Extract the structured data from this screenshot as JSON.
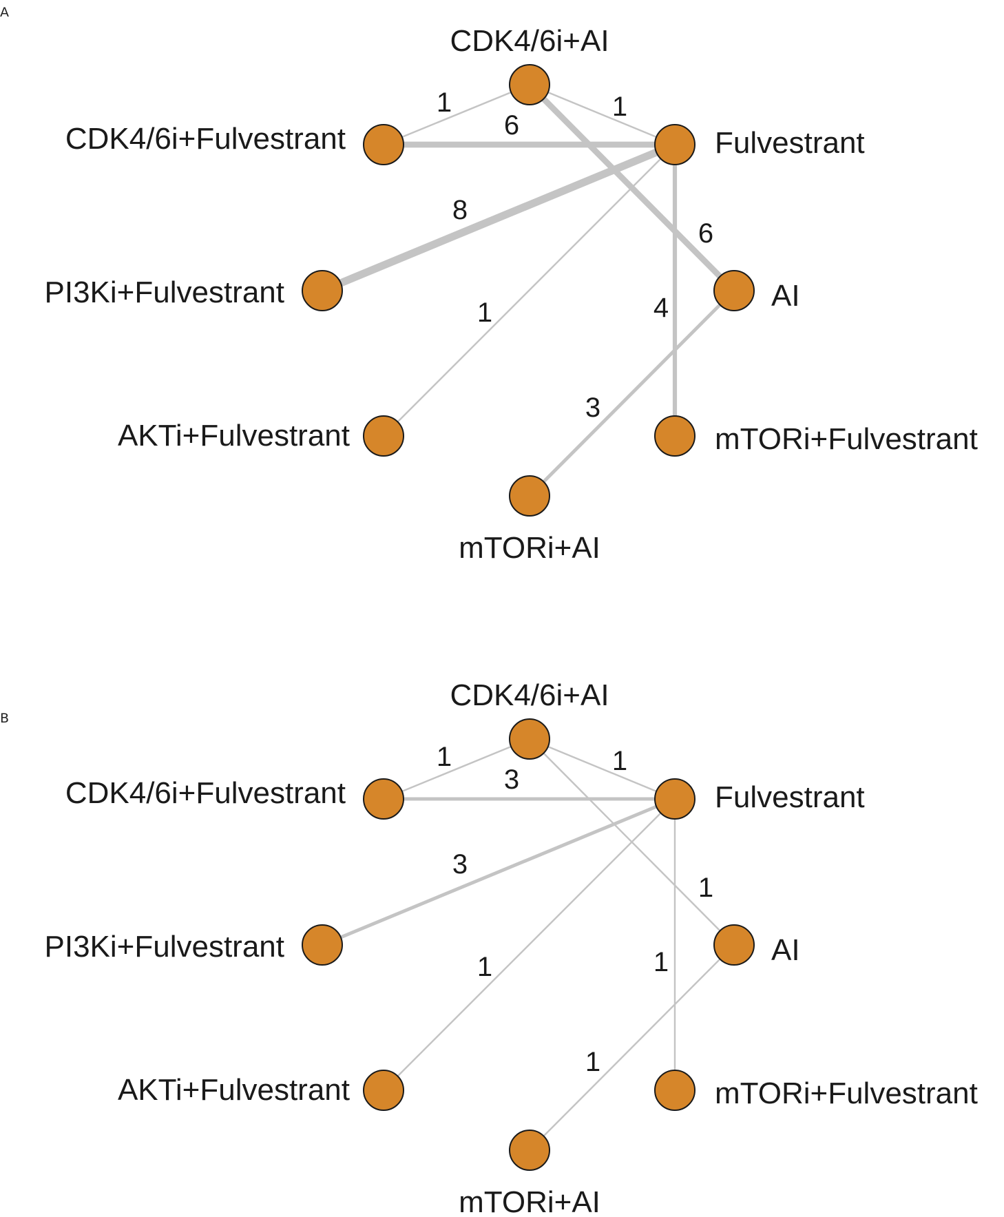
{
  "colors": {
    "node_fill": "#d6862a",
    "edge": "#c4c4c4"
  },
  "panels": [
    {
      "letter": "A",
      "nodes": [
        "CDK4/6i+AI",
        "CDK4/6i+Fulvestrant",
        "Fulvestrant",
        "PI3Ki+Fulvestrant",
        "AI",
        "AKTi+Fulvestrant",
        "mTORi+Fulvestrant",
        "mTORi+AI"
      ],
      "edges": [
        {
          "from": "CDK4/6i+AI",
          "to": "CDK4/6i+Fulvestrant",
          "n": 1
        },
        {
          "from": "CDK4/6i+AI",
          "to": "Fulvestrant",
          "n": 1
        },
        {
          "from": "CDK4/6i+Fulvestrant",
          "to": "Fulvestrant",
          "n": 6
        },
        {
          "from": "CDK4/6i+AI",
          "to": "AI",
          "n": 6
        },
        {
          "from": "Fulvestrant",
          "to": "PI3Ki+Fulvestrant",
          "n": 8
        },
        {
          "from": "Fulvestrant",
          "to": "AKTi+Fulvestrant",
          "n": 1
        },
        {
          "from": "Fulvestrant",
          "to": "mTORi+Fulvestrant",
          "n": 4
        },
        {
          "from": "AI",
          "to": "mTORi+AI",
          "n": 3
        }
      ]
    },
    {
      "letter": "B",
      "nodes": [
        "CDK4/6i+AI",
        "CDK4/6i+Fulvestrant",
        "Fulvestrant",
        "PI3Ki+Fulvestrant",
        "AI",
        "AKTi+Fulvestrant",
        "mTORi+Fulvestrant",
        "mTORi+AI"
      ],
      "edges": [
        {
          "from": "CDK4/6i+AI",
          "to": "CDK4/6i+Fulvestrant",
          "n": 1
        },
        {
          "from": "CDK4/6i+AI",
          "to": "Fulvestrant",
          "n": 1
        },
        {
          "from": "CDK4/6i+Fulvestrant",
          "to": "Fulvestrant",
          "n": 3
        },
        {
          "from": "CDK4/6i+AI",
          "to": "AI",
          "n": 1
        },
        {
          "from": "Fulvestrant",
          "to": "PI3Ki+Fulvestrant",
          "n": 3
        },
        {
          "from": "Fulvestrant",
          "to": "AKTi+Fulvestrant",
          "n": 1
        },
        {
          "from": "Fulvestrant",
          "to": "mTORi+Fulvestrant",
          "n": 1
        },
        {
          "from": "AI",
          "to": "mTORi+AI",
          "n": 1
        }
      ]
    }
  ]
}
